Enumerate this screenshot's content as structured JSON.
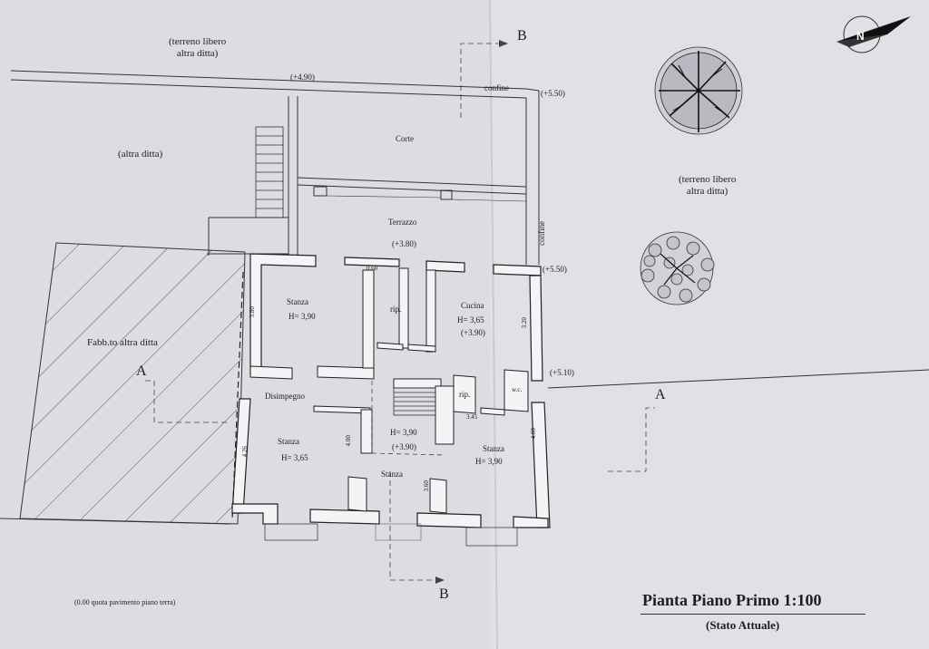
{
  "labels": {
    "terreno_top_1": "(terreno libero",
    "terreno_top_2": "altra ditta)",
    "altra_ditta": "(altra ditta)",
    "elev_490": "(+4.90)",
    "confine_top": "confine",
    "elev_550_top": "(+5.50)",
    "corte": "Corte",
    "terrazzo": "Terrazzo",
    "elev_380": "(+3.80)",
    "terreno_right_1": "(terreno libero",
    "terreno_right_2": "altra ditta)",
    "confine_right": "confine",
    "elev_550_mid": "(+5.50)",
    "dim_060": "0.60",
    "stanza_nw": "Stanza",
    "h_390_nw": "H= 3,90",
    "dim_380": "3.80",
    "rip_1": "rip.",
    "cucina": "Cucina",
    "h_365_cucina": "H= 3,65",
    "elev_390_cucina": "(+3.90)",
    "dim_320": "3.20",
    "fabbricato": "Fabb.to altra ditta",
    "section_a_left": "A",
    "elev_510": "(+5.10)",
    "section_a_right": "A",
    "disimpegno": "Disimpegno",
    "rip_2": "rip.",
    "wc": "w.c.",
    "dim_345": "3.45",
    "h_390_center": "H= 3,90",
    "elev_390_center": "(+3.90)",
    "dim_400_left": "4.00",
    "dim_400_right": "4.00",
    "stanza_sw": "Stanza",
    "h_365_sw": "H= 3,65",
    "dim_426": "4.26",
    "stanza_se": "Stanza",
    "h_390_se": "H= 3,90",
    "stanza_s": "Stanza",
    "dim_360": "3.60",
    "section_b_top": "B",
    "section_b_bottom": "B",
    "footnote": "(0.00 quota pavimento piano terra)",
    "title": "Pianta Piano Primo 1:100",
    "subtitle": "(Stato Attuale)"
  },
  "colors": {
    "paper": "#dcdde3",
    "ink": "#222222"
  }
}
